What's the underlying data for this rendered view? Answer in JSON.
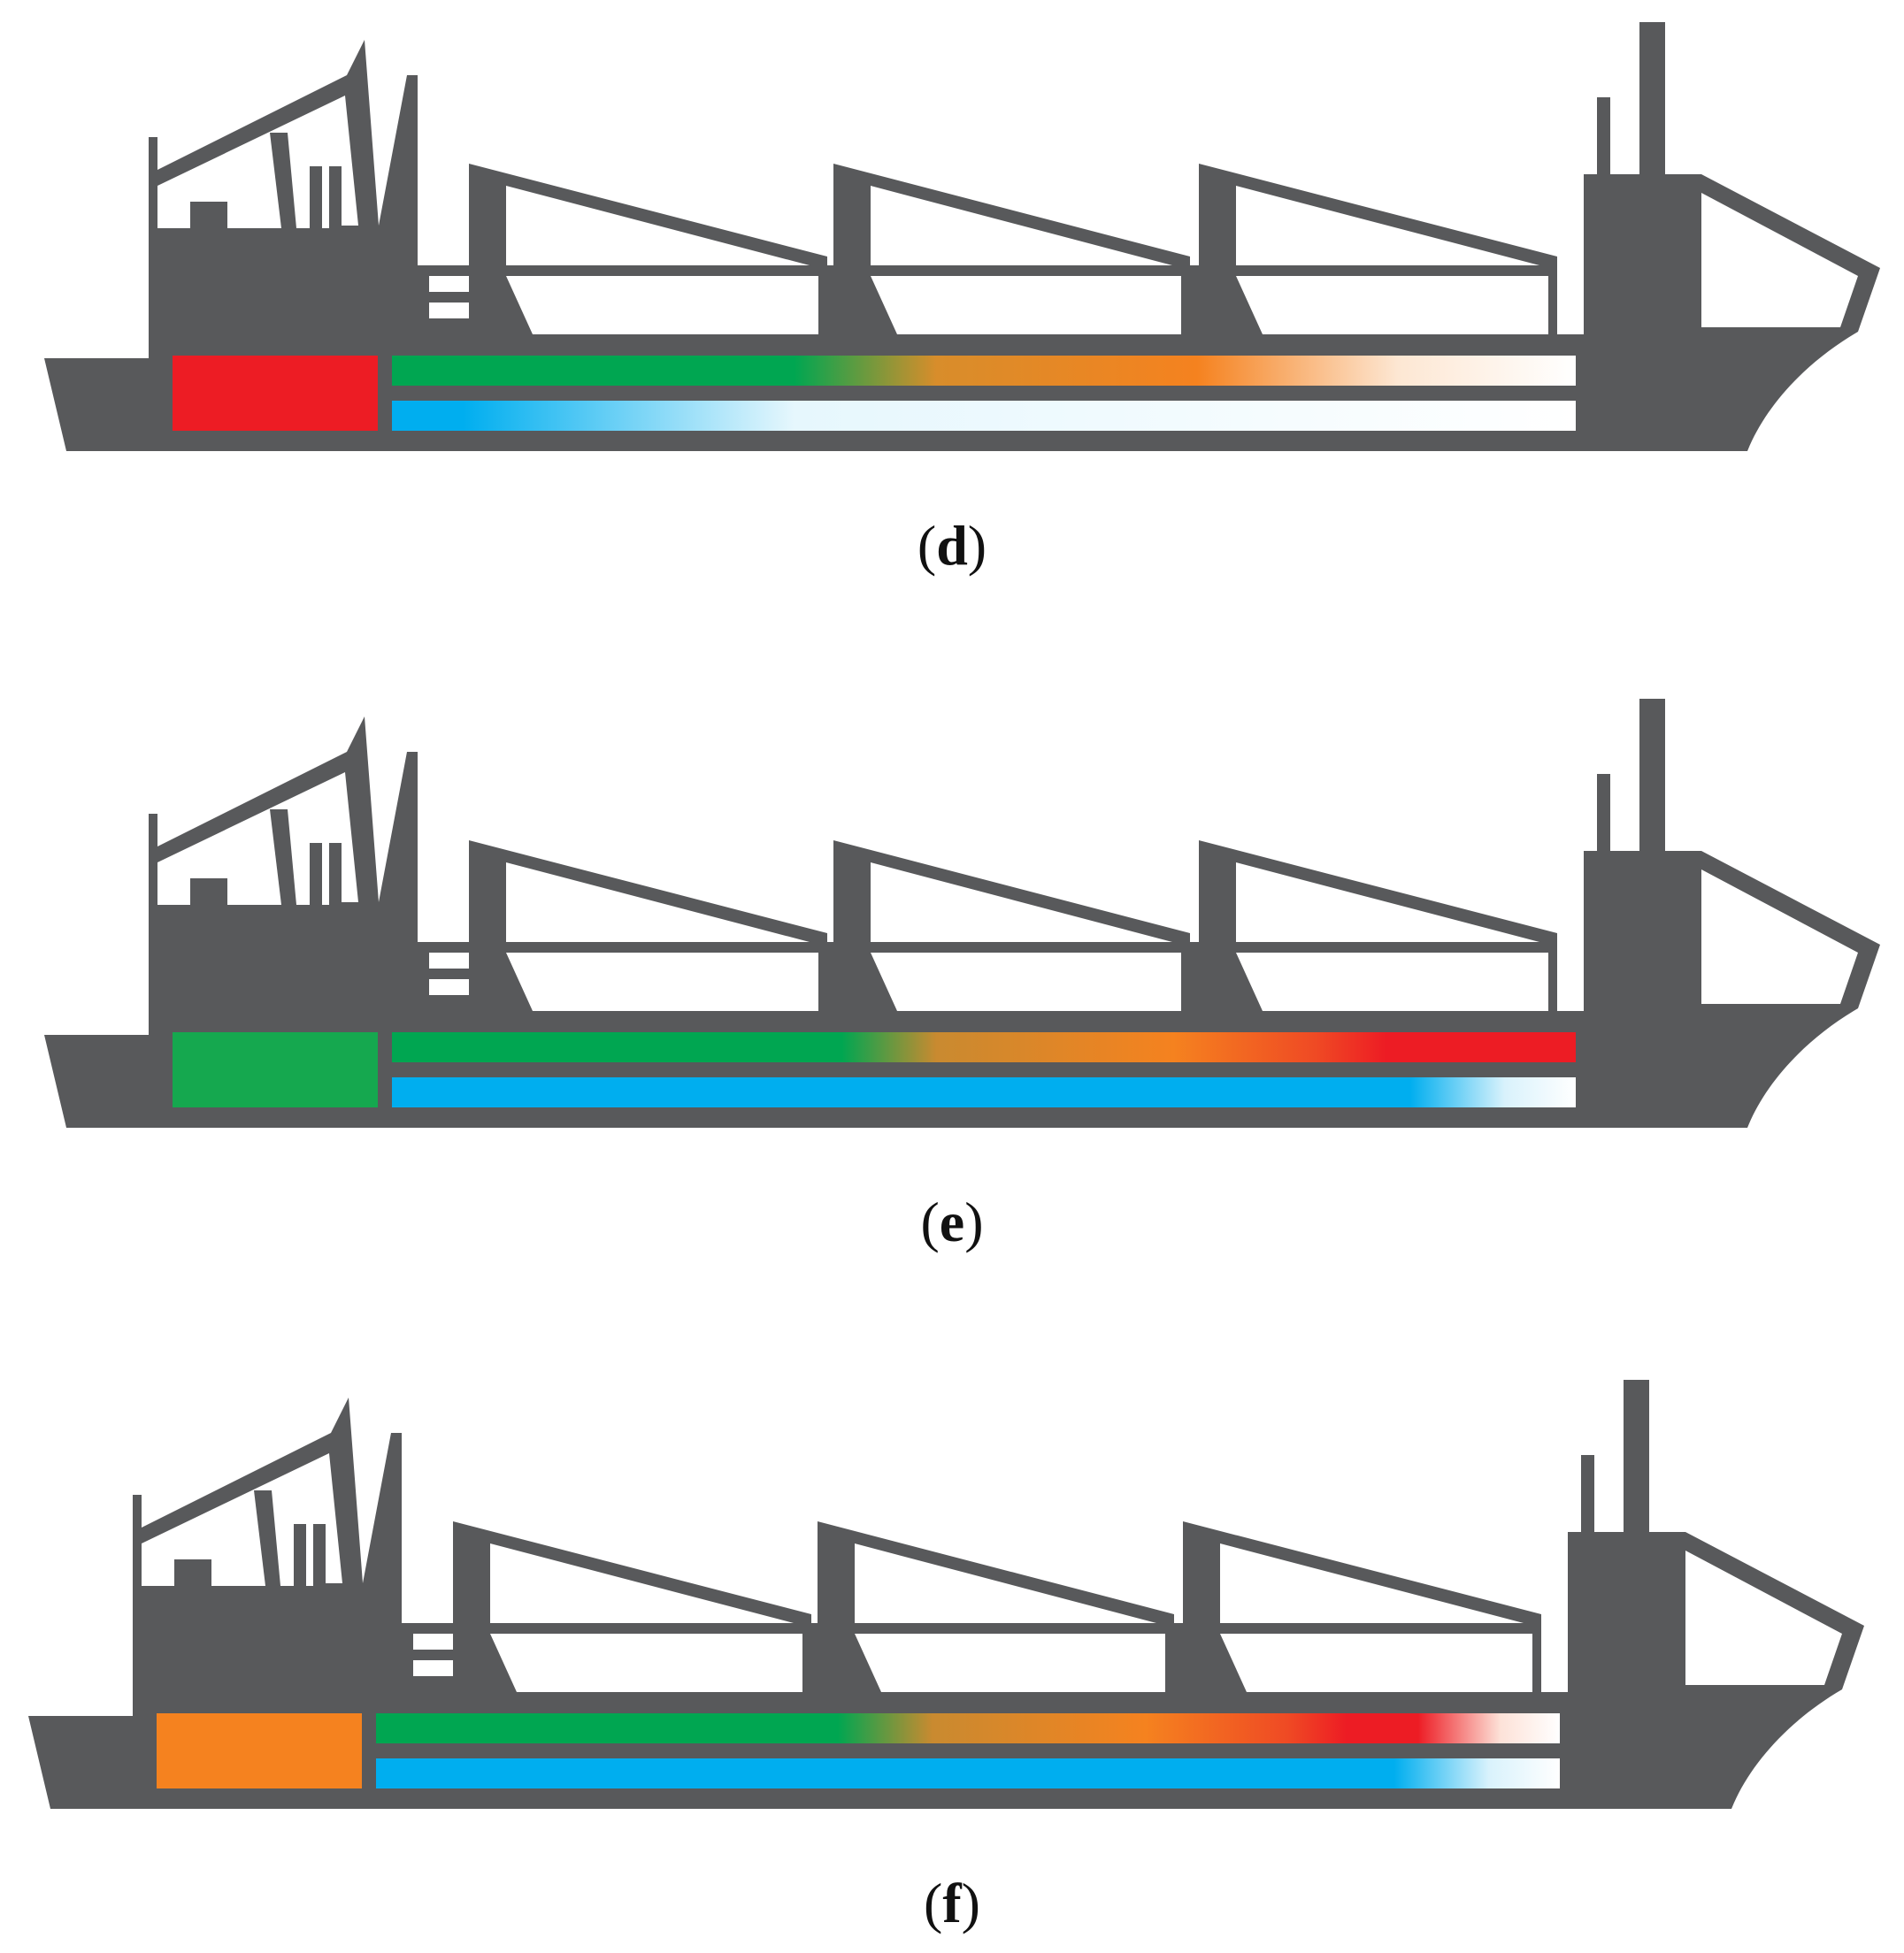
{
  "colors": {
    "hull": "#58595b",
    "background": "#ffffff",
    "red": "#ed1c24",
    "green": "#00a651",
    "green_block": "#15a84f",
    "orange": "#f5821f",
    "blue": "#00aeef",
    "caption": "#111111"
  },
  "panels": [
    {
      "label": "d",
      "engine_color": "#ed1c24",
      "top_bar_gradient": [
        {
          "stop": 0.0,
          "color": "#00a651"
        },
        {
          "stop": 0.34,
          "color": "#00a651"
        },
        {
          "stop": 0.46,
          "color": "#d88d2b"
        },
        {
          "stop": 0.68,
          "color": "#f5821f"
        },
        {
          "stop": 0.85,
          "color": "#fde7d3"
        },
        {
          "stop": 1.0,
          "color": "#ffffff"
        }
      ],
      "bottom_bar_gradient": [
        {
          "stop": 0.0,
          "color": "#00aeef"
        },
        {
          "stop": 0.06,
          "color": "#00aeef"
        },
        {
          "stop": 0.34,
          "color": "#e6f7fd"
        },
        {
          "stop": 1.0,
          "color": "#ffffff"
        }
      ]
    },
    {
      "label": "e",
      "engine_color": "#15a84f",
      "top_bar_gradient": [
        {
          "stop": 0.0,
          "color": "#00a651"
        },
        {
          "stop": 0.38,
          "color": "#00a651"
        },
        {
          "stop": 0.46,
          "color": "#c98a30"
        },
        {
          "stop": 0.66,
          "color": "#f5821f"
        },
        {
          "stop": 0.78,
          "color": "#ef4a24"
        },
        {
          "stop": 0.84,
          "color": "#ed1c24"
        },
        {
          "stop": 1.0,
          "color": "#ed1c24"
        }
      ],
      "bottom_bar_gradient": [
        {
          "stop": 0.0,
          "color": "#00aeef"
        },
        {
          "stop": 0.86,
          "color": "#00aeef"
        },
        {
          "stop": 0.94,
          "color": "#d9f2fc"
        },
        {
          "stop": 1.0,
          "color": "#ffffff"
        }
      ]
    },
    {
      "label": "f",
      "engine_color": "#f5821f",
      "top_bar_gradient": [
        {
          "stop": 0.0,
          "color": "#00a651"
        },
        {
          "stop": 0.39,
          "color": "#00a651"
        },
        {
          "stop": 0.47,
          "color": "#c98a30"
        },
        {
          "stop": 0.65,
          "color": "#f5821f"
        },
        {
          "stop": 0.77,
          "color": "#ef4a24"
        },
        {
          "stop": 0.82,
          "color": "#ed1c24"
        },
        {
          "stop": 0.88,
          "color": "#ed1c24"
        },
        {
          "stop": 0.95,
          "color": "#fde2d8"
        },
        {
          "stop": 1.0,
          "color": "#ffffff"
        }
      ],
      "bottom_bar_gradient": [
        {
          "stop": 0.0,
          "color": "#00aeef"
        },
        {
          "stop": 0.86,
          "color": "#00aeef"
        },
        {
          "stop": 0.94,
          "color": "#d9f2fc"
        },
        {
          "stop": 1.0,
          "color": "#ffffff"
        }
      ]
    }
  ]
}
